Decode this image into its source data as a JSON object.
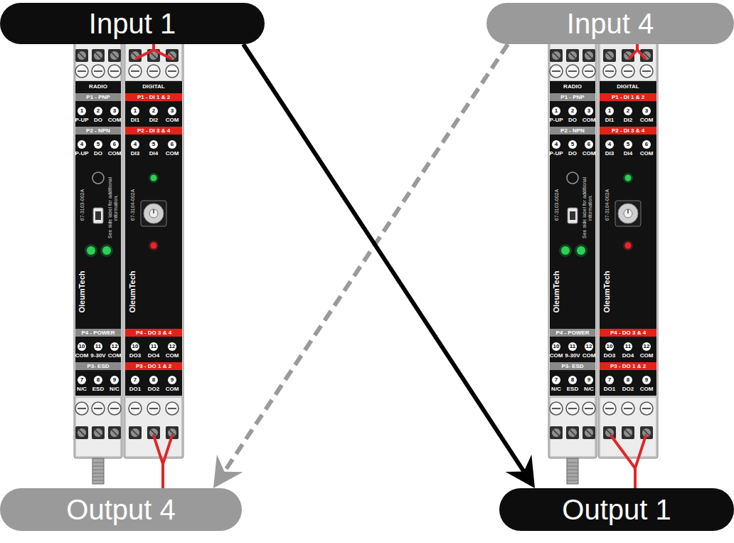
{
  "diagram": {
    "nodes": [
      {
        "text": [
          "Input 1"
        ]
      },
      {
        "text": [
          "Input 4"
        ]
      },
      {
        "text": [
          "Output 4"
        ]
      },
      {
        "text": [
          "Output 1"
        ]
      }
    ],
    "edges": [
      {
        "from": 0,
        "to": 3,
        "arrow": "to"
      },
      {
        "from": 1,
        "to": 2,
        "arrow": "to"
      }
    ],
    "labels": [
      "RADIO",
      "P1 - PNP",
      "1",
      "2",
      "3",
      "P-UP",
      "DO",
      "COM",
      "P2 - NPN",
      "4",
      "5",
      "6",
      "P-UP",
      "DO",
      "COM",
      "67-3103-002A",
      "See side label for additional information.",
      "OleumTech",
      "P4 - POWER",
      "10",
      "11",
      "12",
      "COM",
      "9-30V",
      "COM",
      "P3- ESD",
      "7",
      "8",
      "9",
      "N/C",
      "ESD",
      "N/C",
      "DIGITAL",
      "P1 - DI 1 & 2",
      "1",
      "2",
      "3",
      "DI1",
      "DI2",
      "COM",
      "P2 - DI 3 & 4",
      "4",
      "5",
      "6",
      "DI3",
      "DI4",
      "COM",
      "67-3104-002A",
      "OleumTech",
      "P4 - DO 3 & 4",
      "10",
      "11",
      "12",
      "DO3",
      "DO4",
      "COM",
      "P3 - DO 1 & 2",
      "7",
      "8",
      "9",
      "DO1",
      "DO2",
      "COM",
      "RADIO",
      "P1 - PNP",
      "1",
      "2",
      "3",
      "P-UP",
      "DO",
      "COM",
      "P2 - NPN",
      "4",
      "5",
      "6",
      "P-UP",
      "DO",
      "COM",
      "67-3103-002A",
      "See side label for additional information.",
      "OleumTech",
      "P4 - POWER",
      "10",
      "11",
      "12",
      "COM",
      "9-30V",
      "COM",
      "P3- ESD",
      "7",
      "8",
      "9",
      "N/C",
      "ESD",
      "N/C",
      "DIGITAL",
      "P1 - DI 1 & 2",
      "1",
      "2",
      "3",
      "DI1",
      "DI2",
      "COM",
      "P2 - DI 3 & 4",
      "4",
      "5",
      "6",
      "DI3",
      "DI4",
      "COM",
      "67-3104-002A",
      "OleumTech",
      "P4 - DO 3 & 4",
      "10",
      "11",
      "12",
      "DO3",
      "DO4",
      "COM",
      "P3 - DO 1 & 2",
      "7",
      "8",
      "9",
      "DO1",
      "DO2",
      "COM"
    ]
  }
}
